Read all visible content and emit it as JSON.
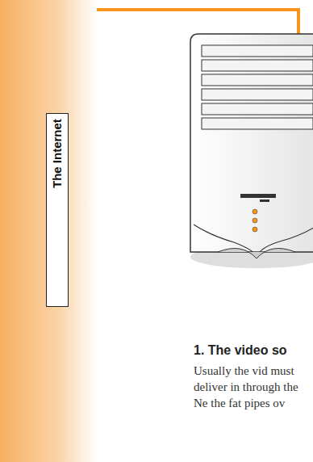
{
  "diagram": {
    "nodes": [
      {
        "text": [
          "The Internet"
        ]
      }
    ],
    "labels": [
      "1. The video so",
      "Usually the vid must deliver in through the Ne the fat pipes ov"
    ]
  }
}
